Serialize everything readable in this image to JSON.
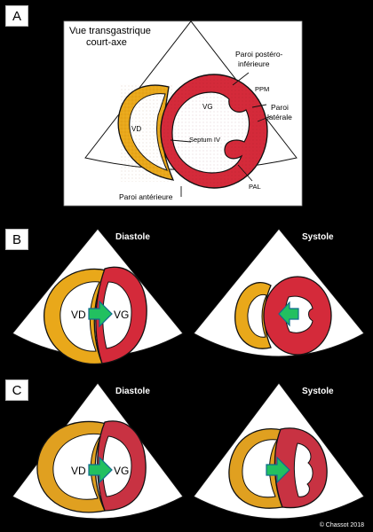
{
  "panels": {
    "a": {
      "letter": "A",
      "title_line1": "Vue transgastrique",
      "title_line2": "court-axe",
      "labels": {
        "paroi_post_1": "Paroi postéro-",
        "paroi_post_2": "inférieure",
        "ppm": "PPM",
        "paroi_lat_1": "Paroi",
        "paroi_lat_2": "latérale",
        "vg": "VG",
        "vd": "VD",
        "septum": "Septum IV",
        "pal": "PAL",
        "paroi_ant": "Paroi antérieure"
      }
    },
    "b": {
      "letter": "B",
      "diastole": "Diastole",
      "systole": "Systole",
      "vd": "VD",
      "vg": "VG"
    },
    "c": {
      "letter": "C",
      "diastole": "Diastole",
      "systole": "Systole",
      "vd": "VD",
      "vg": "VG"
    }
  },
  "credit": "© Chassot 2018",
  "colors": {
    "lv": "#d42a3a",
    "rv": "#e9a81a",
    "arrow": "#22c060",
    "arrow_outline": "#0f6b8f"
  }
}
